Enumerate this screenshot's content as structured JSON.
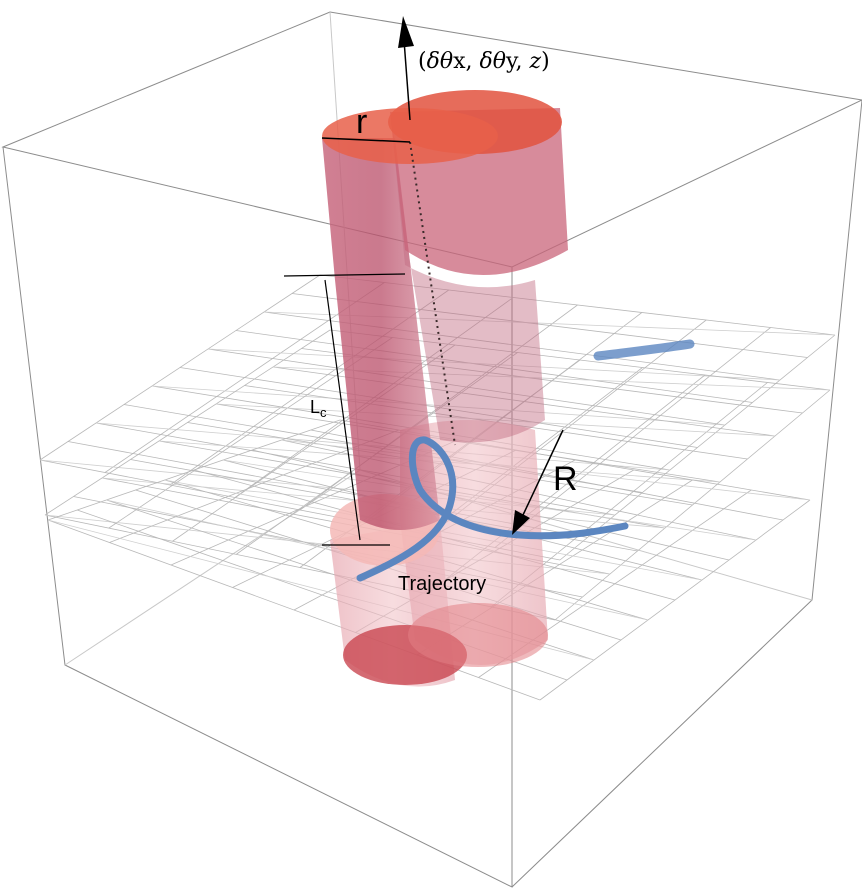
{
  "labels": {
    "axis_open": "(",
    "axis_d1": "δθ",
    "axis_x": "x",
    "axis_sep1": ", ",
    "axis_d2": "δθ",
    "axis_y": "y",
    "axis_sep2": ", ",
    "axis_z": "z",
    "axis_close": ")",
    "radius_small": "r",
    "length_main": "L",
    "length_sub": "c",
    "radius_big": "R",
    "trajectory": "Trajectory"
  },
  "colors": {
    "cylinder_fill": "#c8506a",
    "cylinder_cap": "#e0503c",
    "trajectory": "#5b86c0",
    "frame": "#8c8c8c",
    "grid": "#b8b8b8"
  }
}
